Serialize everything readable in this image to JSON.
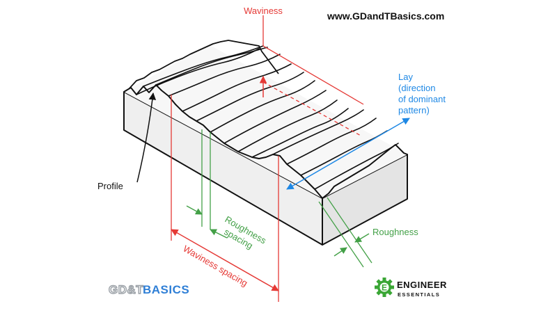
{
  "website": "www.GDandTBasics.com",
  "labels": {
    "waviness": "Waviness",
    "lay_line1": "Lay",
    "lay_line2": "(direction",
    "lay_line3": "of dominant",
    "lay_line4": "pattern)",
    "profile": "Profile",
    "roughness_spacing_line1": "Roughness",
    "roughness_spacing_line2": "spacing",
    "waviness_spacing": "Waviness spacing",
    "roughness": "Roughness"
  },
  "logos": {
    "gdt_part1": "GD&T",
    "gdt_part2": "BASICS",
    "ee_line1": "ENGINEER",
    "ee_line2": "ESSENTIALS",
    "ee_mark": "E"
  },
  "colors": {
    "red": "#e53935",
    "green": "#43a047",
    "blue": "#1e88e5",
    "outline": "#111111",
    "block_front": "#efefef",
    "block_side": "#e4e4e4",
    "gdt_blue": "#2f7fd6",
    "logo_gray": "#9aa0a6",
    "ee_green": "#3aa635"
  }
}
